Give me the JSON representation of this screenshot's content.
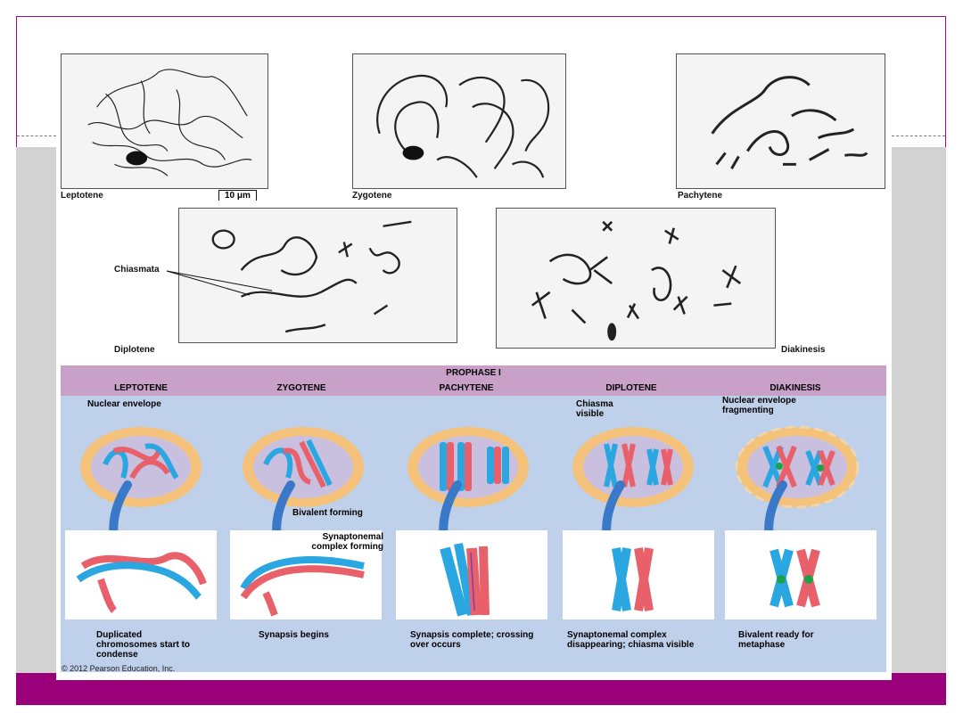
{
  "micrographs": {
    "leptotene_label": "Leptotene",
    "scale_bar": "10 μm",
    "zygotene_label": "Zygotene",
    "pachytene_label": "Pachytene",
    "diplotene_label": "Diplotene",
    "chiasmata_label": "Chiasmata",
    "diakinesis_label": "Diakinesis"
  },
  "diagram": {
    "title": "PROPHASE I",
    "stages": [
      "LEPTOTENE",
      "ZYGOTENE",
      "PACHYTENE",
      "DIPLOTENE",
      "DIAKINESIS"
    ],
    "notes": {
      "nuclear_envelope": "Nuclear envelope",
      "bivalent_forming": "Bivalent forming",
      "synaptonemal_forming": "Synaptonemal complex forming",
      "chiasma_visible": "Chiasma visible",
      "envelope_fragmenting": "Nuclear envelope fragmenting"
    },
    "captions": [
      "Duplicated chromosomes start to condense",
      "Synapsis begins",
      "Synapsis complete; crossing over occurs",
      "Synaptonemal complex disappearing; chiasma visible",
      "Bivalent ready for metaphase"
    ],
    "colors": {
      "band": "#c8a0c8",
      "panel": "#bfd0ea",
      "nucleus_ring": "#f4c27a",
      "chrom_red": "#e8606a",
      "chrom_blue": "#2aa6e0"
    }
  },
  "copyright": "© 2012 Pearson Education, Inc."
}
